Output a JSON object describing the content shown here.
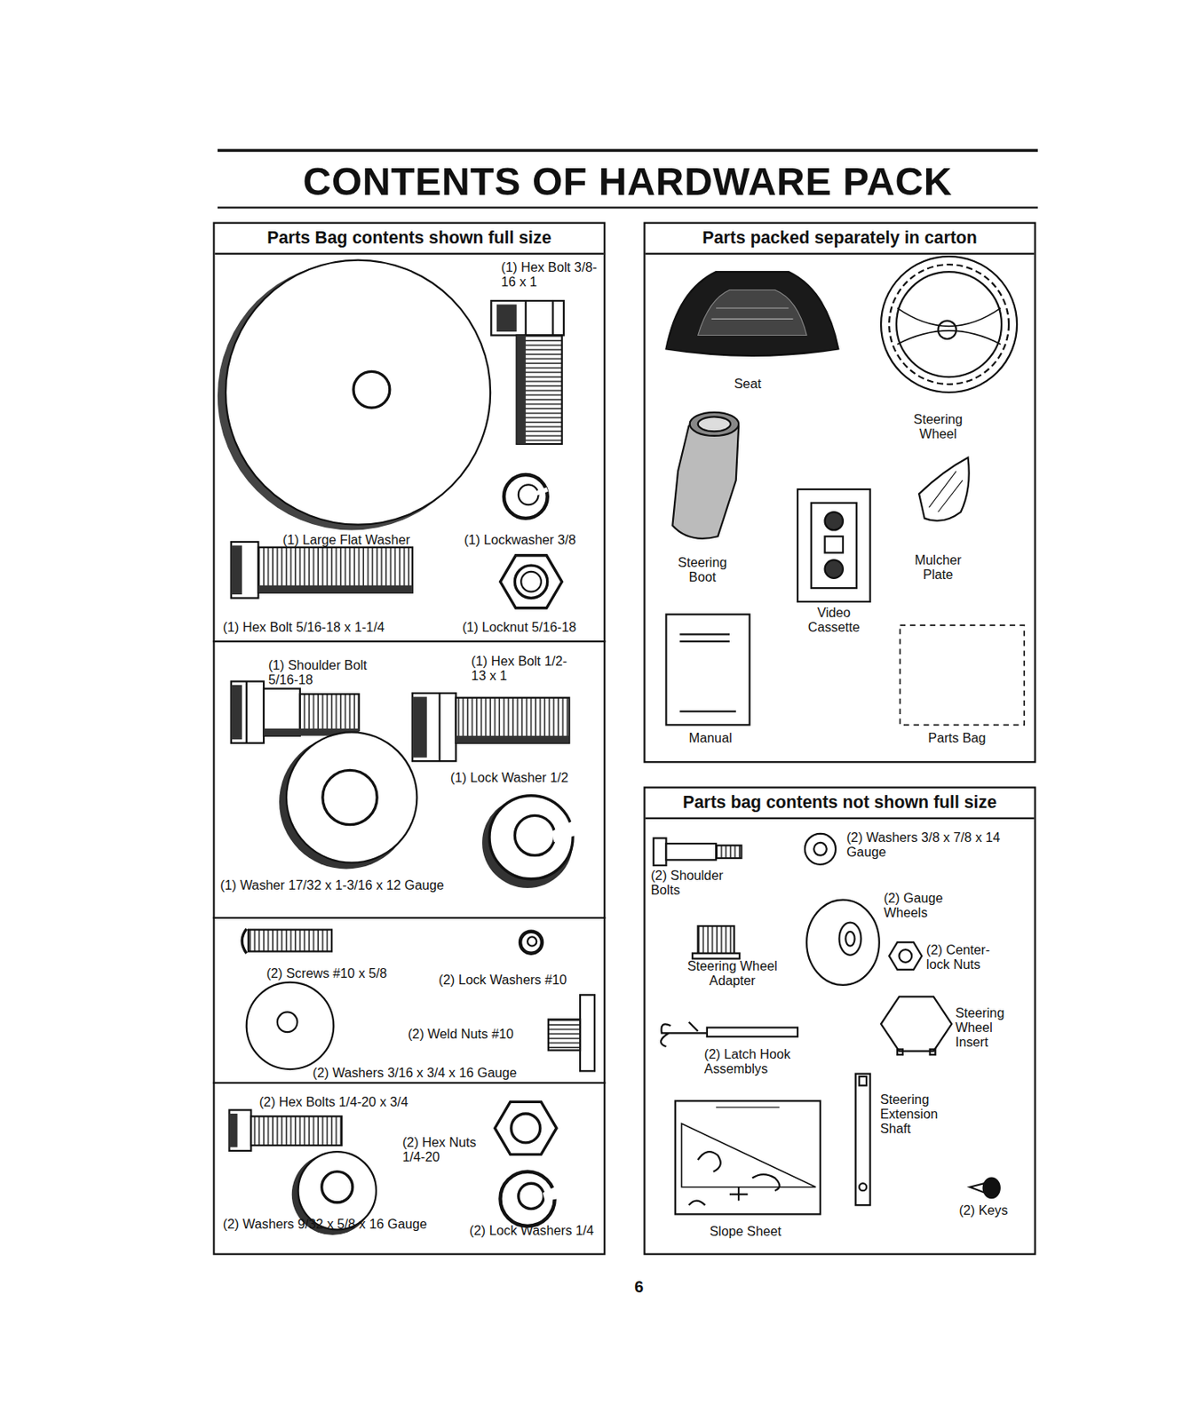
{
  "diagram": {
    "title": "CONTENTS OF HARDWARE PACK",
    "nodes": [
      {
        "text": [
          "Parts Bag contents shown full size"
        ]
      },
      {
        "text": [
          "Parts packed separately in carton"
        ]
      },
      {
        "text": [
          "Parts bag contents not shown full size"
        ]
      }
    ],
    "labels": [
      "(1) Hex Bolt 3/8-16 x 1",
      "(1) Large Flat Washer",
      "(1) Lockwasher 3/8",
      "(1) Hex Bolt 5/16-18 x 1-1/4",
      "(1) Locknut 5/16-18",
      "(1) Shoulder Bolt 5/16-18",
      "(1) Hex Bolt 1/2-13 x 1",
      "(1) Lock Washer 1/2",
      "(1) Washer 17/32 x 1-3/16 x 12 Gauge",
      "(2) Screws #10 x 5/8",
      "(2) Lock Washers #10",
      "(2) Weld Nuts #10",
      "(2) Washers 3/16 x 3/4 x 16 Gauge",
      "(2) Hex Bolts 1/4-20 x 3/4",
      "(2) Hex Nuts 1/4-20",
      "(2) Washers 9/32 x 5/8 x 16 Gauge",
      "(2) Lock Washers 1/4",
      "Seat",
      "Steering Wheel",
      "Steering Boot",
      "Video Cassette",
      "Mulcher Plate",
      "Manual",
      "Parts Bag",
      "(2) Washers 3/8 x 7/8 x 14 Gauge",
      "(2) Shoulder Bolts",
      "(2) Gauge Wheels",
      "Steering Wheel Adapter",
      "(2) Center- lock Nuts",
      "Steering Wheel Insert",
      "(2) Latch Hook Assemblys",
      "Steering Extension Shaft",
      "(2) Keys",
      "Slope Sheet",
      "6"
    ]
  }
}
